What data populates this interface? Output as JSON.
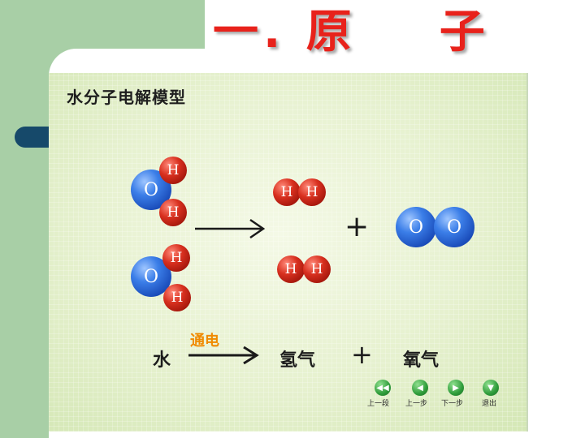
{
  "slide": {
    "title": "一. 原    子"
  },
  "panel": {
    "title": "水分子电解模型"
  },
  "atoms": {
    "oxygen": "O",
    "hydrogen": "H"
  },
  "equation": {
    "reactant": "水",
    "condition": "通电",
    "product1": "氢气",
    "plus": "+",
    "product2": "氧气"
  },
  "diagram_plus": "+",
  "nav": {
    "prev_section": "上一段",
    "prev_step": "上一步",
    "next_step": "下一步",
    "exit": "退出"
  },
  "colors": {
    "title": "#e8221b",
    "oxygen": "#1646b4",
    "hydrogen": "#d8301f",
    "condition": "#f08a00",
    "nav_button": "#2e9c3a",
    "side_band": "#a8cfa6",
    "pill": "#16496a"
  }
}
